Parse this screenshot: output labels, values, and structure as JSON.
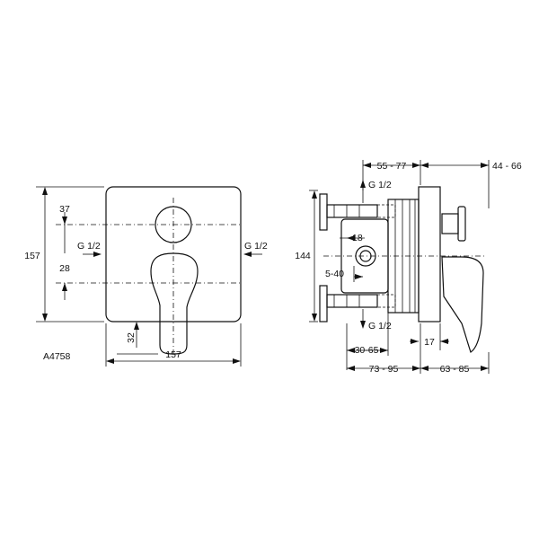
{
  "drawing": {
    "code": "A4758",
    "front": {
      "height": "157",
      "width": "157",
      "upper_offset": "37",
      "lower_offset": "28",
      "bottom_gap": "32",
      "inlet_left": "G 1/2",
      "inlet_right": "G 1/2"
    },
    "side": {
      "height": "144",
      "top_left": "55 - 77",
      "top_right": "44 - 66",
      "outlet_top": "G 1/2",
      "outlet_bottom": "G 1/2",
      "port_dia": "18",
      "port_range": "5-40",
      "depth_inner": "30-65",
      "depth_plate": "17",
      "bottom_left": "73 - 95",
      "bottom_right": "63 - 85"
    }
  }
}
